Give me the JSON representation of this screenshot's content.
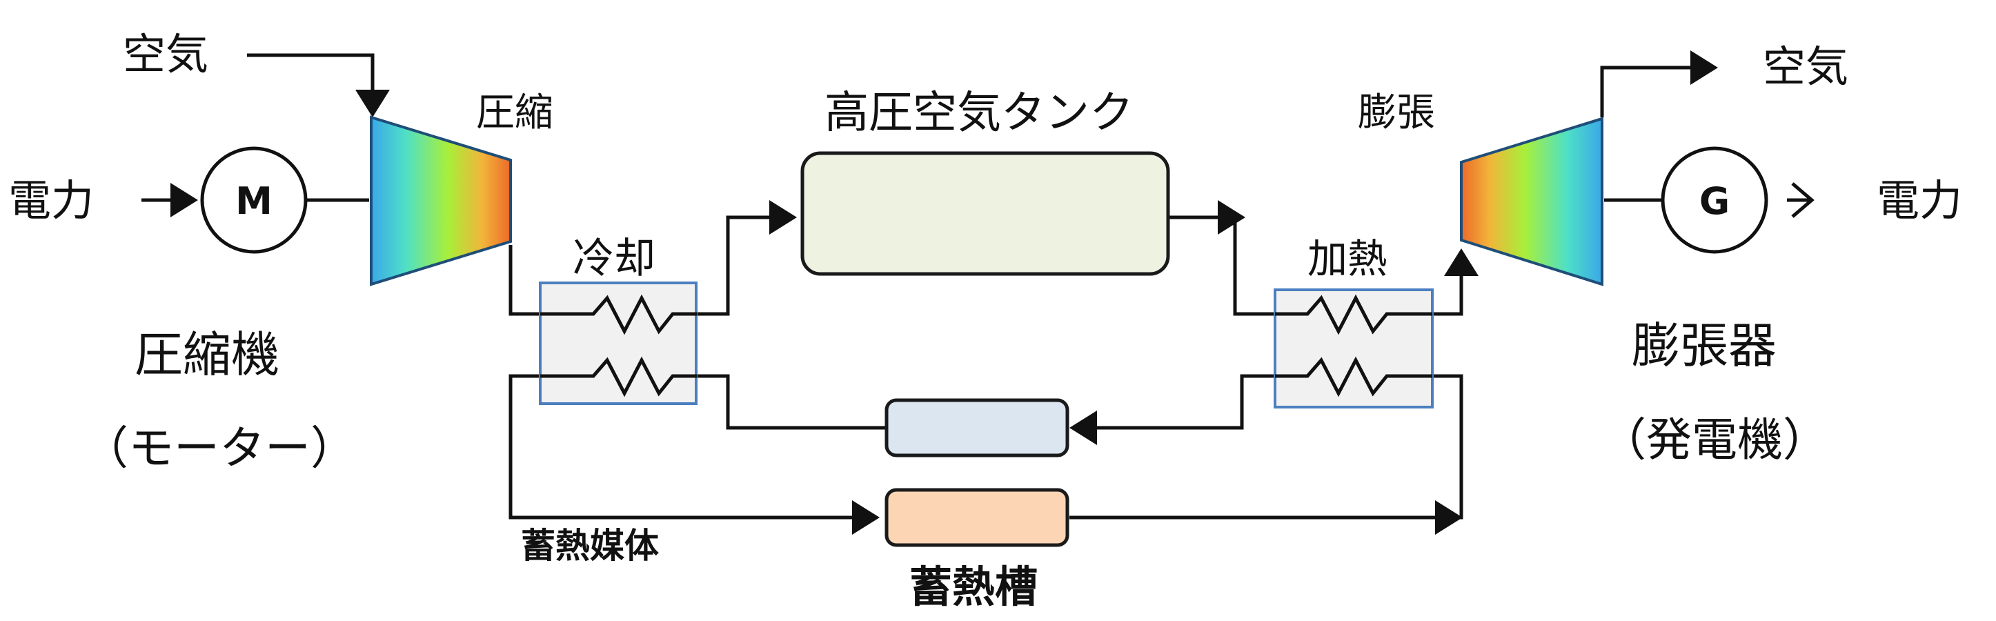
{
  "labels": {
    "air_in": "空気",
    "air_out": "空気",
    "power_in": "電力",
    "power_out": "電力",
    "compress": "圧縮",
    "expand": "膨張",
    "cooling": "冷却",
    "heating": "加熱",
    "hp_tank": "高圧空気タンク",
    "storage_medium": "蓄熱媒体",
    "storage_tank": "蓄熱槽",
    "compressor": "圧縮機",
    "compressor_sub": "（モーター）",
    "expander": "膨張器",
    "expander_sub": "（発電機）",
    "motor_letter": "M",
    "generator_letter": "G"
  },
  "colors": {
    "hp_tank_fill": "#eef2e0",
    "cold_tank_fill": "#dce6f1",
    "storage_tank_fill": "#fcd5b5",
    "heat_exchanger_border": "#4c7fbf",
    "turbine_border": "#1f4e79"
  }
}
